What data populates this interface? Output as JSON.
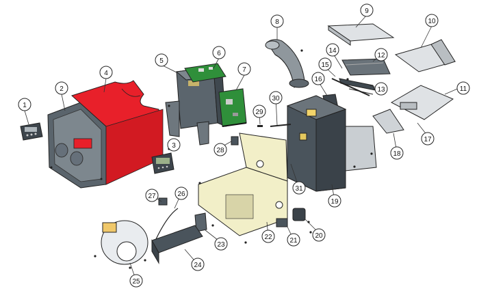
{
  "callouts": [
    {
      "id": "c1",
      "label": "1"
    },
    {
      "id": "c2",
      "label": "2"
    },
    {
      "id": "c3",
      "label": "3"
    },
    {
      "id": "c4",
      "label": "4"
    },
    {
      "id": "c5",
      "label": "5"
    },
    {
      "id": "c6",
      "label": "6"
    },
    {
      "id": "c7",
      "label": "7"
    },
    {
      "id": "c8",
      "label": "8"
    },
    {
      "id": "c9",
      "label": "9"
    },
    {
      "id": "c10",
      "label": "10"
    },
    {
      "id": "c11",
      "label": "11"
    },
    {
      "id": "c12",
      "label": "12"
    },
    {
      "id": "c13",
      "label": "13"
    },
    {
      "id": "c14",
      "label": "14"
    },
    {
      "id": "c15",
      "label": "15"
    },
    {
      "id": "c16",
      "label": "16"
    },
    {
      "id": "c17",
      "label": "17"
    },
    {
      "id": "c18",
      "label": "18"
    },
    {
      "id": "c19",
      "label": "19"
    },
    {
      "id": "c20",
      "label": "20"
    },
    {
      "id": "c21",
      "label": "21"
    },
    {
      "id": "c22",
      "label": "22"
    },
    {
      "id": "c23",
      "label": "23"
    },
    {
      "id": "c24",
      "label": "24"
    },
    {
      "id": "c25",
      "label": "25"
    },
    {
      "id": "c26",
      "label": "26"
    },
    {
      "id": "c27",
      "label": "27"
    },
    {
      "id": "c28",
      "label": "28"
    },
    {
      "id": "c29",
      "label": "29"
    },
    {
      "id": "c30",
      "label": "30"
    },
    {
      "id": "c31",
      "label": "31"
    }
  ],
  "colors": {
    "cover_red": "#e8202a",
    "grey_dark": "#4a545c",
    "grey_mid": "#8f979d",
    "grey_light": "#c9ced2",
    "sheet_metal": "#dfe2e5",
    "cream": "#f2efc8",
    "pcb_green": "#2f8f3a",
    "outline": "#222222"
  }
}
